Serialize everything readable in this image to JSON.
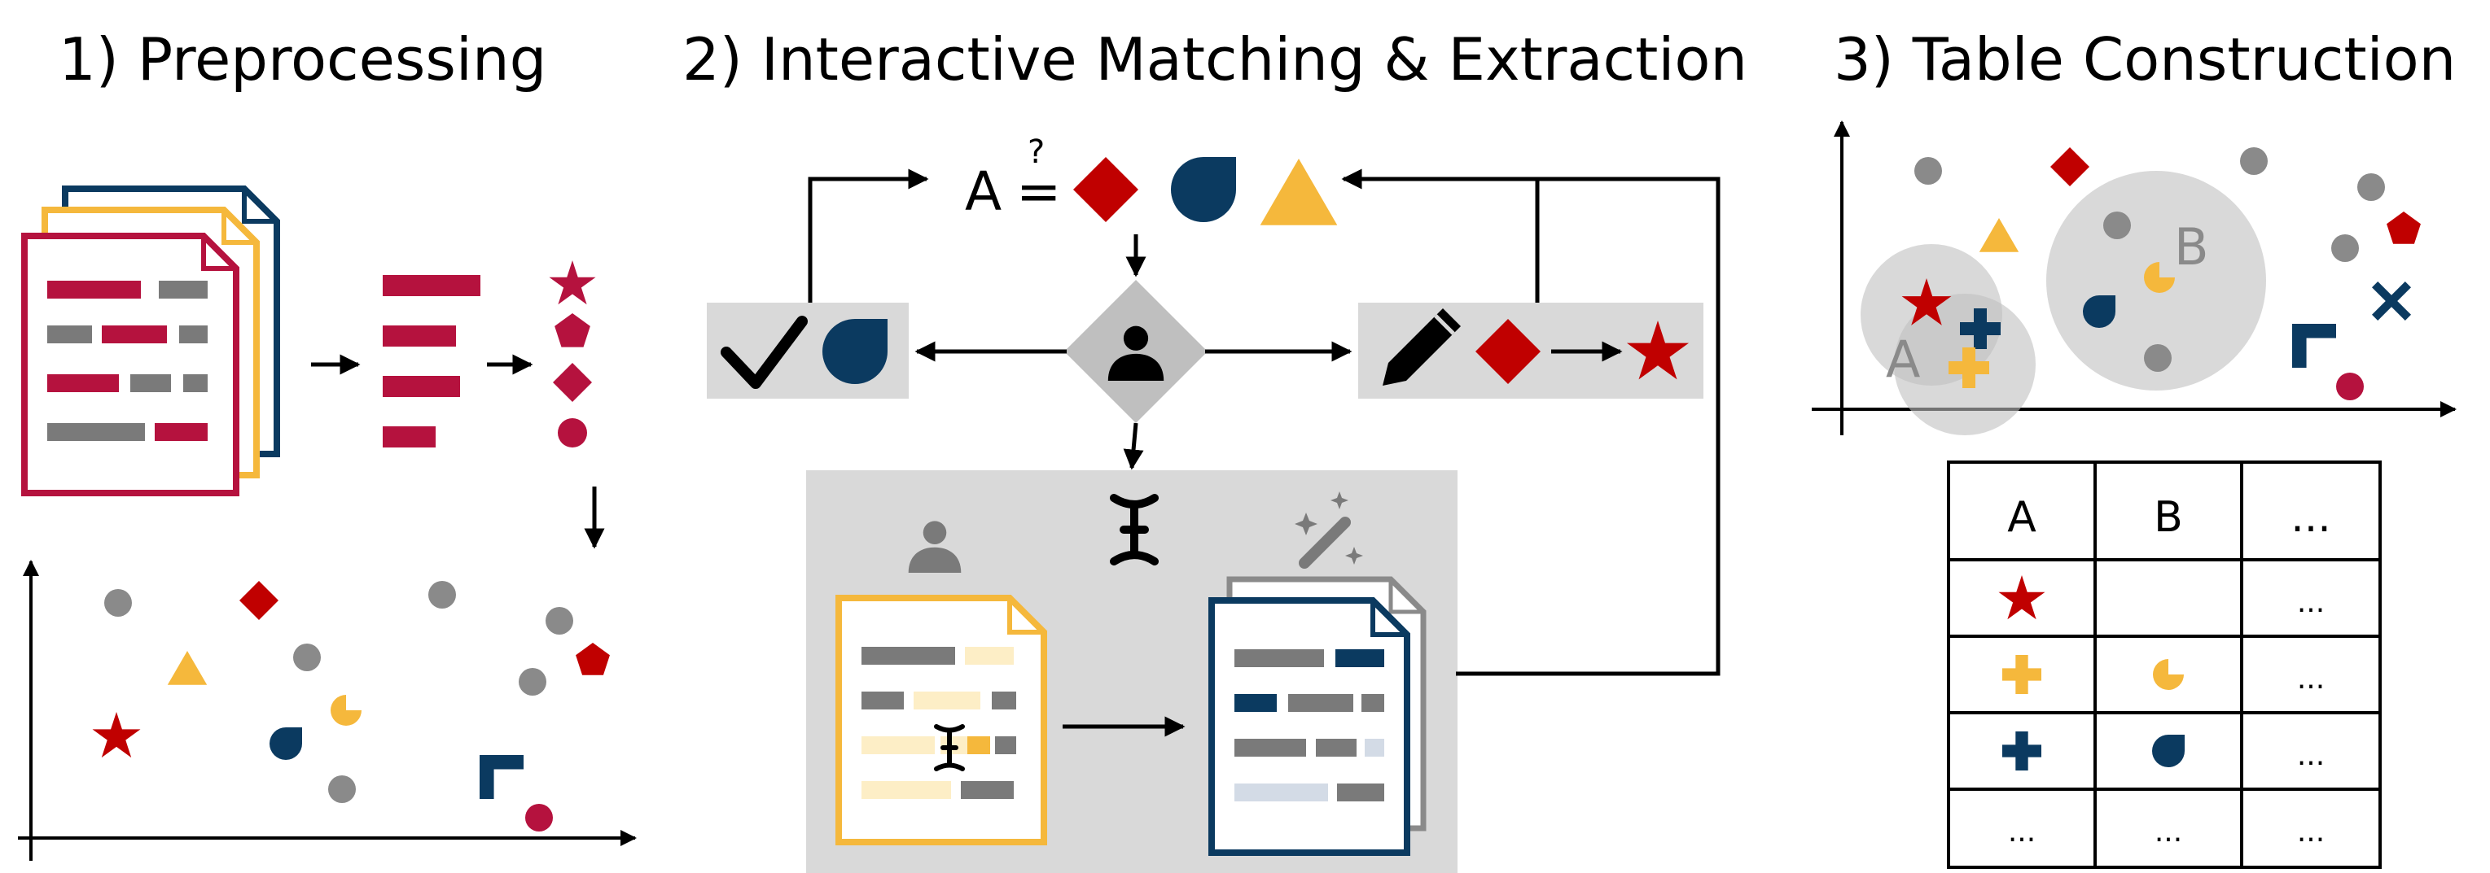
{
  "sections": [
    {
      "title": "1) Preprocessing"
    },
    {
      "title": "2) Interactive Matching & Extraction"
    },
    {
      "title": "3) Table Construction"
    }
  ],
  "matching": {
    "query_label": "A",
    "equals_symbol": "=",
    "question_mark": "?"
  },
  "clusters": {
    "label_a": "A",
    "label_b": "B"
  },
  "result_table": {
    "headers": [
      "A",
      "B",
      "..."
    ],
    "rows": [
      {
        "a_icon": "star-icon",
        "b_icon": "",
        "more": "..."
      },
      {
        "a_icon": "plus-icon",
        "b_icon": "pie-icon",
        "more": "..."
      },
      {
        "a_icon": "plus-icon",
        "b_icon": "drop-icon",
        "more": "..."
      },
      {
        "a": "...",
        "b": "...",
        "more": "..."
      }
    ]
  },
  "colors": {
    "crimson": "#b5123e",
    "red": "#c00000",
    "navy": "#0b3a60",
    "yellow": "#f5b83c",
    "pale_yellow": "#fdeec6",
    "gray": "#8a8a8a",
    "dark_gray": "#7a7a7a",
    "light_gray": "#d9d9d9",
    "pale_blue": "#d3dbe6",
    "black": "#000000"
  }
}
